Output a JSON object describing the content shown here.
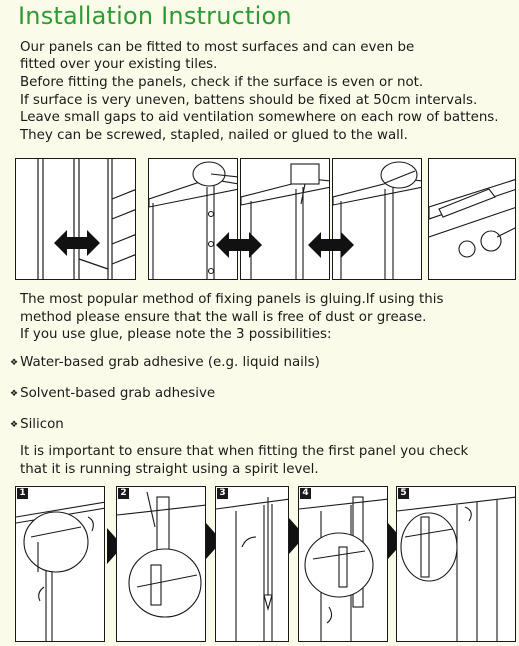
{
  "title": "Installation Instruction",
  "intro": [
    "Our panels can be fitted to most surfaces and can even be",
    "fitted over your existing tiles.",
    "Before fitting the panels, check if the surface is even or not.",
    "If surface is very uneven, battens should be fixed at 50cm intervals.",
    "Leave small gaps to aid ventilation somewhere on each row of battens.",
    "They can be screwed, stapled, nailed or glued to the wall."
  ],
  "gluing": [
    "The most popular method of fixing panels is gluing.If using this",
    "method please ensure that the wall is free of dust or grease.",
    "If you use glue, please note the 3 possibilities:"
  ],
  "bullets": [
    "Water-based grab adhesive (e.g. liquid nails)",
    "Solvent-based grab adhesive",
    "Silicon"
  ],
  "level_note": [
    "It is important to ensure that when fitting the first panel you check",
    "that it is running straight using a spirit level."
  ],
  "steps": [
    "1",
    "2",
    "3",
    "4",
    "5"
  ],
  "colors": {
    "title": "#2f9a35",
    "background": "#fbfbe9",
    "ink": "#1a1a1a"
  }
}
